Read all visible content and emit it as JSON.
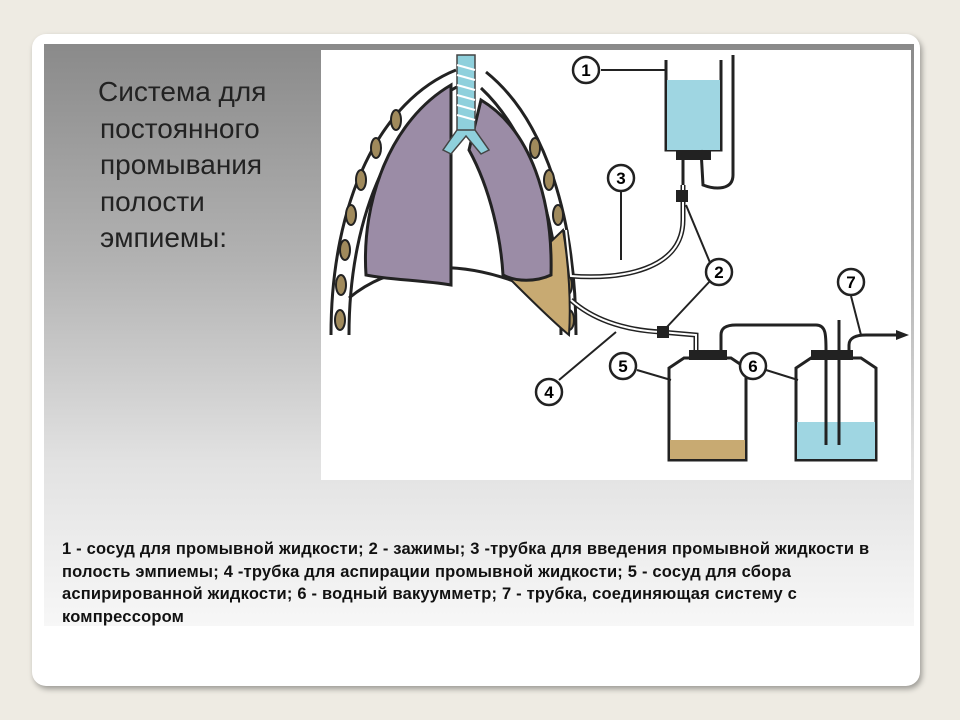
{
  "slide": {
    "title_lines": [
      "Система для",
      "постоянного",
      "промывания",
      "полости",
      "эмпиемы:"
    ],
    "caption": "1 - сосуд для промывной жидкости; 2 - зажимы; 3 -трубка для введения промывной жидкости в полость эмпиемы; 4 -трубка для аспирации промывной жидкости; 5 - сосуд для сбора аспирированной жидкости; 6 - водный вакуумметр; 7 - трубка, соединяющая систему с компрессором"
  },
  "diagram": {
    "labels": [
      "1",
      "2",
      "3",
      "4",
      "5",
      "6",
      "7"
    ]
  },
  "colors": {
    "lung": "#9b8ca6",
    "trachea": "#8fd0dc",
    "wash_fluid": "#9fd6e2",
    "pus": "#c8aa72",
    "background": "#eeebe3"
  }
}
